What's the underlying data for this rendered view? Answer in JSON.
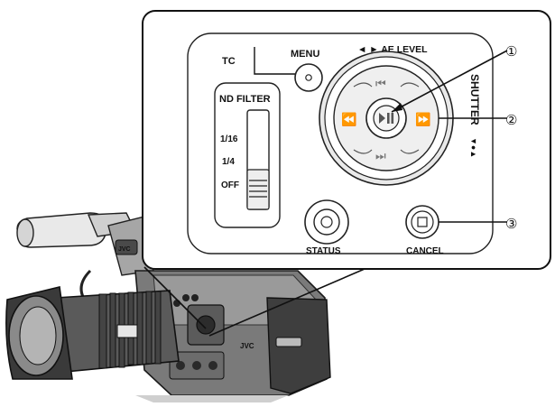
{
  "panel": {
    "tc_label": "TC",
    "menu_label": "MENU",
    "ae_level_label": "◄ ► AE LEVEL",
    "shutter_label": "SHUTTER",
    "shutter_arrows": "▼●▲",
    "nd_filter_label": "ND FILTER",
    "nd_positions": [
      "1/16",
      "1/4",
      "OFF"
    ],
    "status_label": "STATUS",
    "cancel_label": "CANCEL"
  },
  "callouts": [
    "①",
    "②",
    "③"
  ],
  "camera": {
    "brand_top": "JVC",
    "brand_body": "JVC"
  }
}
